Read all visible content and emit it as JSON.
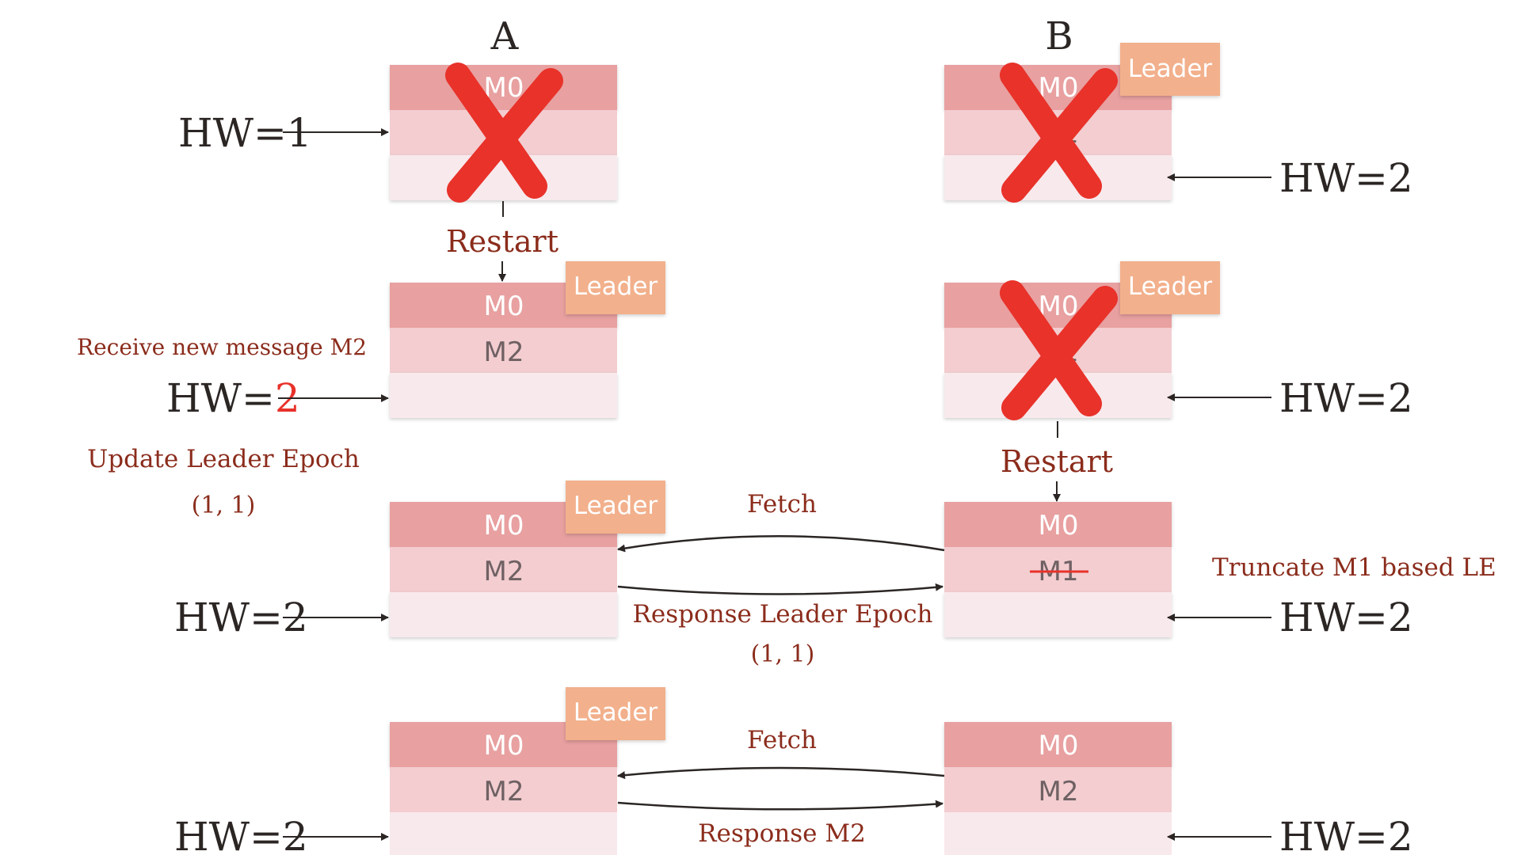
{
  "headers": {
    "a": "A",
    "b": "B"
  },
  "colors": {
    "row_top": "#e8a0a0",
    "row_mid": "#f3cdd0",
    "row_bottom": "#f8e9ec",
    "leader_box": "#f2b08c",
    "cross": "#e8322a",
    "label_red": "#8b2c1c",
    "highlight": "#e8322a",
    "arrow": "#2b2624"
  },
  "leader_label": "Leader",
  "restart_label": "Restart",
  "stages": [
    {
      "a": {
        "rows": [
          "M0",
          "",
          ""
        ],
        "crossed": true,
        "leader": false,
        "hw_prefix": "HW=",
        "hw_value": "1"
      },
      "b": {
        "rows": [
          "M0",
          "M1",
          ""
        ],
        "crossed": true,
        "leader": true,
        "hw_prefix": "HW=",
        "hw_value": "2"
      }
    },
    {
      "a": {
        "rows": [
          "M0",
          "M2",
          ""
        ],
        "crossed": false,
        "leader": true,
        "hw_prefix": "HW=",
        "hw_value": "2",
        "note": "Receive new message M2"
      },
      "b": {
        "rows": [
          "M0",
          "M1",
          ""
        ],
        "crossed": true,
        "leader": true,
        "hw_prefix": "HW=",
        "hw_value": "2"
      }
    },
    {
      "a": {
        "rows": [
          "M0",
          "M2",
          ""
        ],
        "crossed": false,
        "leader": true,
        "hw_prefix": "HW=",
        "hw_value": "2"
      },
      "b": {
        "rows": [
          "M0",
          "M1",
          ""
        ],
        "crossed": false,
        "leader": false,
        "hw_prefix": "HW=",
        "hw_value": "2",
        "note": "Truncate M1 based LE"
      },
      "fetch_label": "Fetch",
      "response_label": "Response Leader Epoch",
      "response_epoch": "(1,  1)"
    },
    {
      "a": {
        "rows": [
          "M0",
          "M2",
          ""
        ],
        "crossed": false,
        "leader": true,
        "hw_prefix": "HW=",
        "hw_value": "2"
      },
      "b": {
        "rows": [
          "M0",
          "M2",
          ""
        ],
        "crossed": false,
        "leader": false,
        "hw_prefix": "HW=",
        "hw_value": "2"
      },
      "fetch_label": "Fetch",
      "response_label": "Response M2"
    }
  ],
  "update_epoch": {
    "title": "Update Leader Epoch",
    "value": "(1,  1)"
  }
}
